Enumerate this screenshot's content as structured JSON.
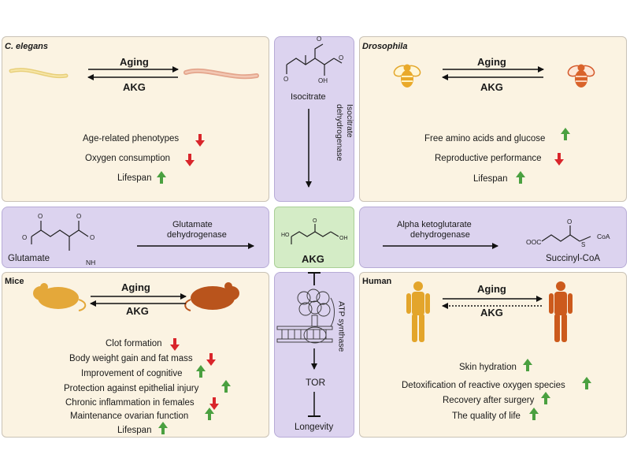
{
  "colors": {
    "panel": "#fbf3e2",
    "center": "#dcd3ef",
    "akg": "#d4ecc6",
    "up": "#4aa040",
    "down": "#d9252b"
  },
  "celegans": {
    "title": "C. elegans",
    "aging": "Aging",
    "akg": "AKG",
    "effects": [
      {
        "text": "Age-related phenotypes",
        "dir": "down"
      },
      {
        "text": "Oxygen consumption",
        "dir": "down"
      },
      {
        "text": "Lifespan",
        "dir": "up"
      }
    ]
  },
  "drosophila": {
    "title": "Drosophila",
    "aging": "Aging",
    "akg": "AKG",
    "effects": [
      {
        "text": "Free amino acids and glucose",
        "dir": "up"
      },
      {
        "text": "Reproductive performance",
        "dir": "down"
      },
      {
        "text": "Lifespan",
        "dir": "up"
      }
    ]
  },
  "mice": {
    "title": "Mice",
    "aging": "Aging",
    "akg": "AKG",
    "effects": [
      {
        "text": "Clot formation",
        "dir": "down"
      },
      {
        "text": "Body weight gain and fat mass",
        "dir": "down"
      },
      {
        "text": "Improvement of cognitive",
        "dir": "up"
      },
      {
        "text": "Protection against epithelial injury",
        "dir": "up"
      },
      {
        "text": "Chronic inflammation in females",
        "dir": "down"
      },
      {
        "text": "Maintenance ovarian function",
        "dir": "up"
      },
      {
        "text": "Lifespan",
        "dir": "up"
      }
    ]
  },
  "human": {
    "title": "Human",
    "aging": "Aging",
    "akg": "AKG",
    "effects": [
      {
        "text": "Skin hydration",
        "dir": "up"
      },
      {
        "text": "Detoxification of reactive oxygen species",
        "dir": "up"
      },
      {
        "text": "Recovery after surgery",
        "dir": "up"
      },
      {
        "text": "The quality of life",
        "dir": "up"
      }
    ]
  },
  "center": {
    "isocitrate": "Isocitrate",
    "enzyme1": "Isocitrate dehydrogenase",
    "akg": "AKG",
    "atp": "ATP synthase",
    "tor": "TOR",
    "longevity": "Longevity"
  },
  "left_mid": {
    "substrate": "Glutamate",
    "nh3": "NH",
    "enzyme_l1": "Glutamate",
    "enzyme_l2": "dehydrogenase"
  },
  "right_mid": {
    "enzyme_l1": "Alpha ketoglutarate",
    "enzyme_l2": "dehydrogenase",
    "product": "Succinyl-CoA",
    "ooc": "OOC",
    "coa": "CoA"
  }
}
